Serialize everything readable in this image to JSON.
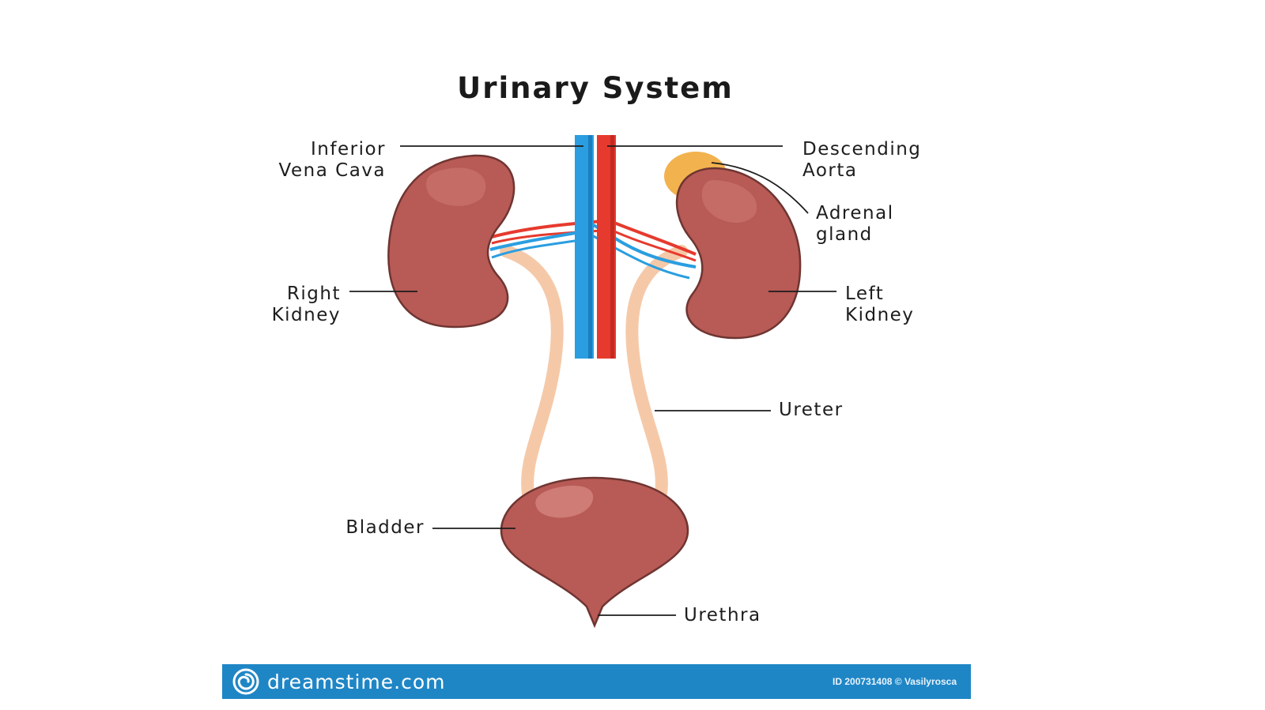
{
  "title": "Urinary System",
  "labels": {
    "inferior_vena_cava": [
      "Inferior",
      "Vena Cava"
    ],
    "descending_aorta": [
      "Descending",
      "Aorta"
    ],
    "adrenal_gland": [
      "Adrenal",
      "gland"
    ],
    "right_kidney": [
      "Right",
      "Kidney"
    ],
    "left_kidney": [
      "Left",
      "Kidney"
    ],
    "ureter": "Ureter",
    "bladder": "Bladder",
    "urethra": "Urethra"
  },
  "footer": {
    "brand": "dreamstime.com",
    "credit": "ID 200731408 © Vasilyrosca"
  },
  "icons": {
    "brand_logo": "spiral-logo-icon"
  },
  "colors": {
    "kidney": "#b85a55",
    "kidney_highlight": "#cf7b74",
    "kidney_outline": "#6e3532",
    "vena_cava": "#2a9ee0",
    "aorta": "#e63a2e",
    "ureter": "#f5c9a8",
    "adrenal": "#f2b24e",
    "footer_bar": "#1f86c6"
  }
}
